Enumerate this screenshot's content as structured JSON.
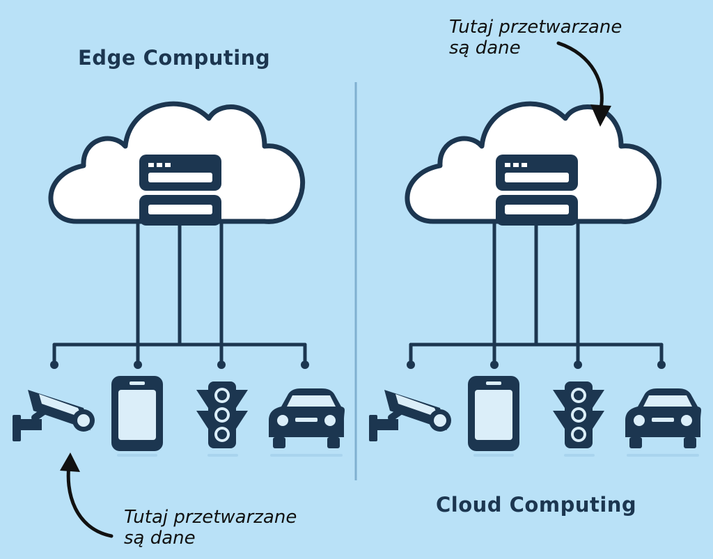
{
  "left_panel": {
    "title": "Edge Computing",
    "note": {
      "line1": "Tutaj przetwarzane",
      "line2": "są dane"
    },
    "devices": [
      "camera-icon",
      "smartphone-icon",
      "traffic-light-icon",
      "car-icon"
    ]
  },
  "right_panel": {
    "title": "Cloud Computing",
    "note": {
      "line1": "Tutaj przetwarzane",
      "line2": "są dane"
    },
    "devices": [
      "camera-icon",
      "smartphone-icon",
      "traffic-light-icon",
      "car-icon"
    ]
  },
  "colors": {
    "background": "#b9e1f7",
    "ink": "#1c3650",
    "cloud_fill": "#ffffff",
    "divider": "#7fb0d0",
    "device_fill": "#dbeef9",
    "arrow": "#111111"
  }
}
